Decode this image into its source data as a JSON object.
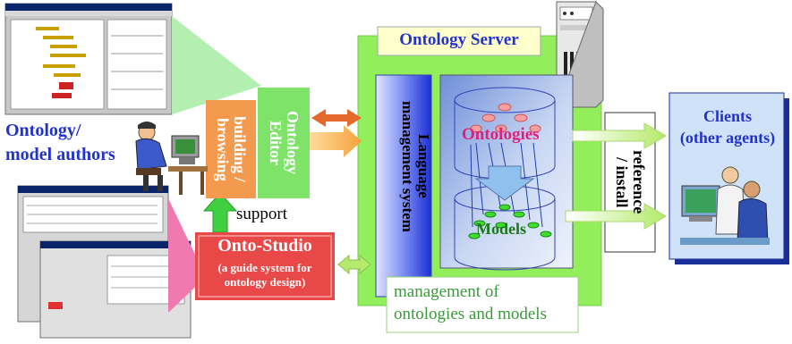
{
  "authors_label": "Ontology/\nmodel authors",
  "building_label": "building /\nbrowsing",
  "editor_label": "Ontology\nEditor",
  "support_label": "support",
  "studio_title": "Onto-Studio",
  "studio_subtitle": "(a guide system for\nontology design)",
  "server_title": "Ontology Server",
  "lang_mgmt_label": "Language\nmanagement system",
  "ontologies_label": "Ontologies",
  "models_label": "Models",
  "management_caption": "management of\nontologies and models",
  "reference_label": "reference\n/ install",
  "clients_label": "Clients\n(other agents)",
  "colors": {
    "server_green": "#93ee5c",
    "editor_green": "#7fe36a",
    "building_orange": "#f39a4e",
    "studio_red": "#e84848",
    "client_blue": "#cfe2f7",
    "label_blue": "#2233cc"
  }
}
